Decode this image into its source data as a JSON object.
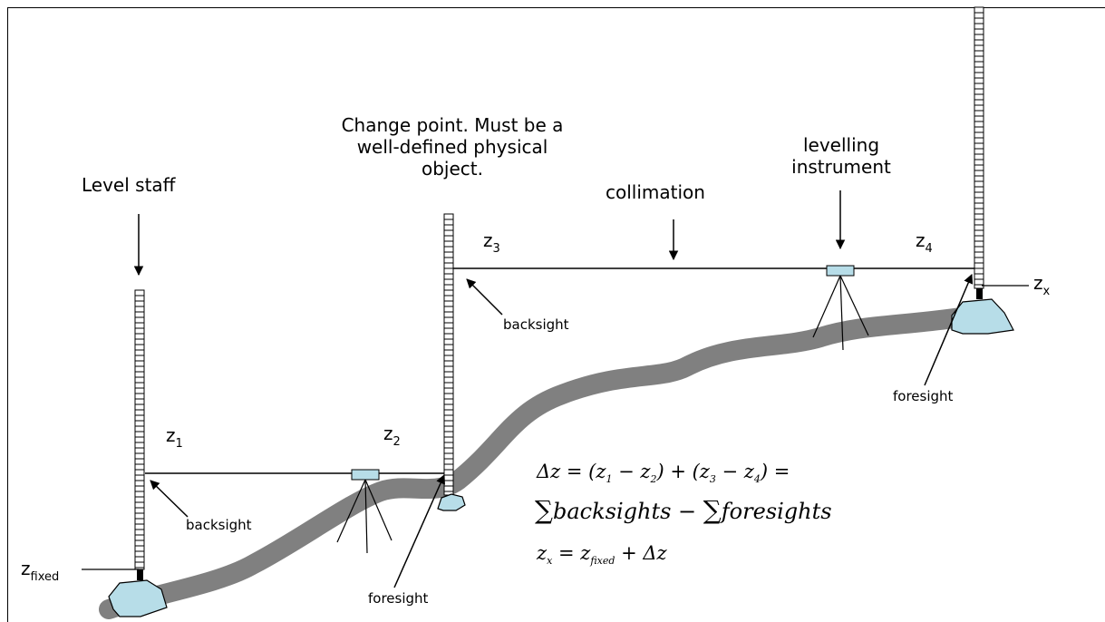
{
  "labels": {
    "level_staff": "Level staff",
    "change_point_line1": "Change point. Must be a",
    "change_point_line2": "well-defined physical",
    "change_point_line3": "object.",
    "collimation": "collimation",
    "levelling_line1": "levelling",
    "levelling_line2": "instrument",
    "z1_main": "z",
    "z1_sub": "1",
    "z2_main": "z",
    "z2_sub": "2",
    "z3_main": "z",
    "z3_sub": "3",
    "z4_main": "z",
    "z4_sub": "4",
    "zx_main": "z",
    "zx_sub": "x",
    "zfixed_main": "z",
    "zfixed_sub": "fixed",
    "backsight_1": "backsight",
    "backsight_2": "backsight",
    "foresight_1": "foresight",
    "foresight_2": "foresight"
  },
  "formula": {
    "line1": {
      "dz": "Δz = (z",
      "s1": "1",
      "m1": " − z",
      "s2": "2",
      "m2": ") + (z",
      "s3": "3",
      "m3": " − z",
      "s4": "4",
      "end": ") ="
    },
    "line2": {
      "sum1": "∑",
      "backsights": "backsights − ",
      "sum2": "∑",
      "foresights": "foresights"
    },
    "line3": {
      "zx": "z",
      "zxs": "x",
      "eq": " = z",
      "fixed": "fixed",
      "end": " + Δz"
    }
  },
  "colors": {
    "ground": "#808080",
    "rock": "#b7dde8",
    "instrument": "#b7dde8",
    "line": "#000000"
  }
}
